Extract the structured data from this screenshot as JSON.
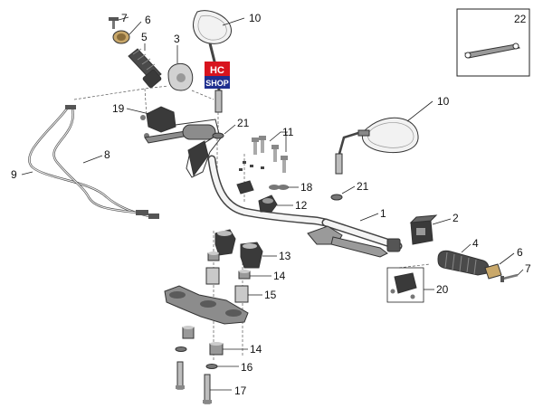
{
  "diagram": {
    "callouts": [
      "1",
      "2",
      "3",
      "4",
      "5",
      "6",
      "7",
      "8",
      "9",
      "10",
      "11",
      "12",
      "13",
      "14",
      "15",
      "16",
      "17",
      "18",
      "19",
      "20",
      "21",
      "22"
    ],
    "inset_label": "22",
    "logo": {
      "line1": "HC",
      "line2": "SHOP"
    },
    "colors": {
      "line": "#222222",
      "metal": "#8c8c8c",
      "dark_part": "#3a3a3a",
      "light_part": "#c9c9c9",
      "logo_blue": "#1f2f8f",
      "logo_red": "#d8141e"
    }
  }
}
